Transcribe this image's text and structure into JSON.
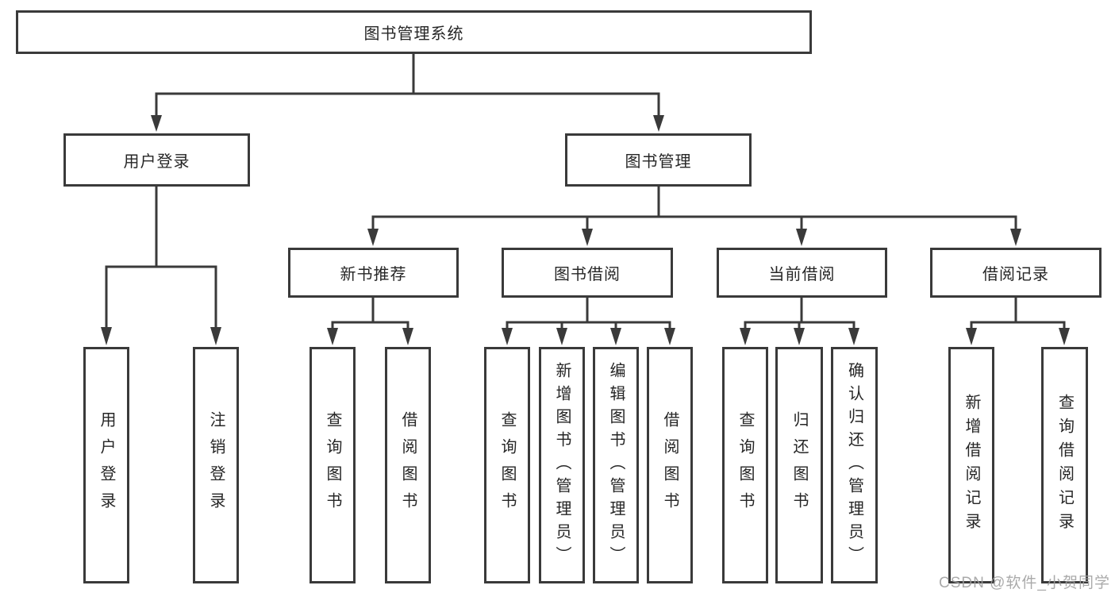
{
  "root": {
    "label": "图书管理系统"
  },
  "branches": [
    {
      "label": "用户登录"
    },
    {
      "label": "图书管理"
    }
  ],
  "modules": [
    {
      "label": "新书推荐"
    },
    {
      "label": "图书借阅"
    },
    {
      "label": "当前借阅"
    },
    {
      "label": "借阅记录"
    }
  ],
  "leaves": [
    {
      "label": "用户登录"
    },
    {
      "label": "注销登录"
    },
    {
      "label": "查询图书"
    },
    {
      "label": "借阅图书"
    },
    {
      "label": "查询图书"
    },
    {
      "label": "新增图书（管理员）"
    },
    {
      "label": "编辑图书（管理员）"
    },
    {
      "label": "借阅图书"
    },
    {
      "label": "查询图书"
    },
    {
      "label": "归还图书"
    },
    {
      "label": "确认归还（管理员）"
    },
    {
      "label": "新增借阅记录"
    },
    {
      "label": "查询借阅记录"
    }
  ],
  "watermark": "CSDN @软件_小贺同学",
  "colors": {
    "line": "#3a3a3a",
    "text": "#262626",
    "watermark": "#9e9e9e",
    "background": "#ffffff"
  }
}
